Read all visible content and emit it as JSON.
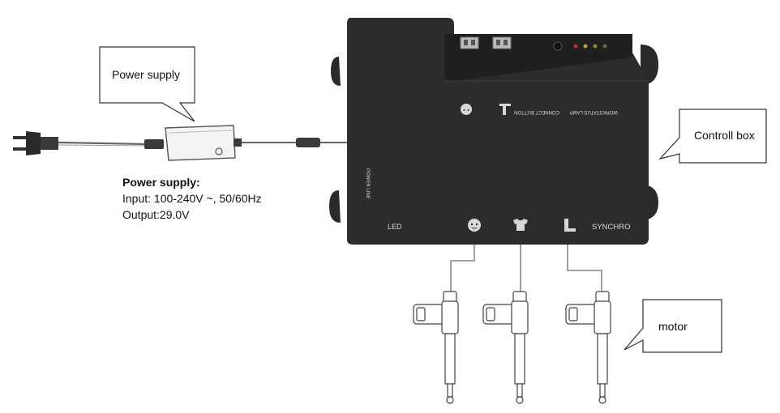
{
  "callouts": {
    "power_supply": "Power supply",
    "control_box": "Controll box",
    "motor": "motor"
  },
  "spec": {
    "heading": "Power supply:",
    "input": "Input: 100-240V ~, 50/60Hz",
    "output": "Output:29.0V"
  },
  "box_labels": {
    "power_line": "POWER LINE",
    "led": "LED",
    "synchro": "SYNCHRO",
    "connect_button": "CONNECT BUTTON",
    "workstatus_lamp": "WORKSTATUS LAMP"
  },
  "icons": {
    "head_port": "head-icon",
    "body_port": "shirt-icon",
    "foot_port": "boot-icon"
  }
}
